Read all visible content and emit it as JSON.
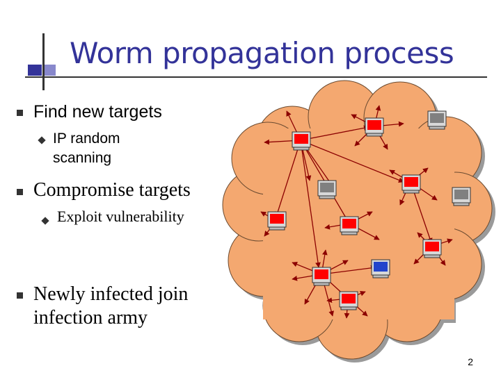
{
  "slide": {
    "title": "Worm propagation process",
    "bullets": [
      {
        "text": "Find new targets",
        "sub": [
          "IP random",
          "scanning"
        ]
      },
      {
        "text": "Compromise targets",
        "sub": [
          "Exploit vulnerability"
        ]
      },
      {
        "text": "Newly infected join",
        "text2": "infection army"
      }
    ],
    "page_number": "2"
  },
  "diagram": {
    "cloud_color": "#f4a870",
    "infected_color": "#ff0000",
    "clean_color": "#808080",
    "target_color": "#2244cc"
  }
}
